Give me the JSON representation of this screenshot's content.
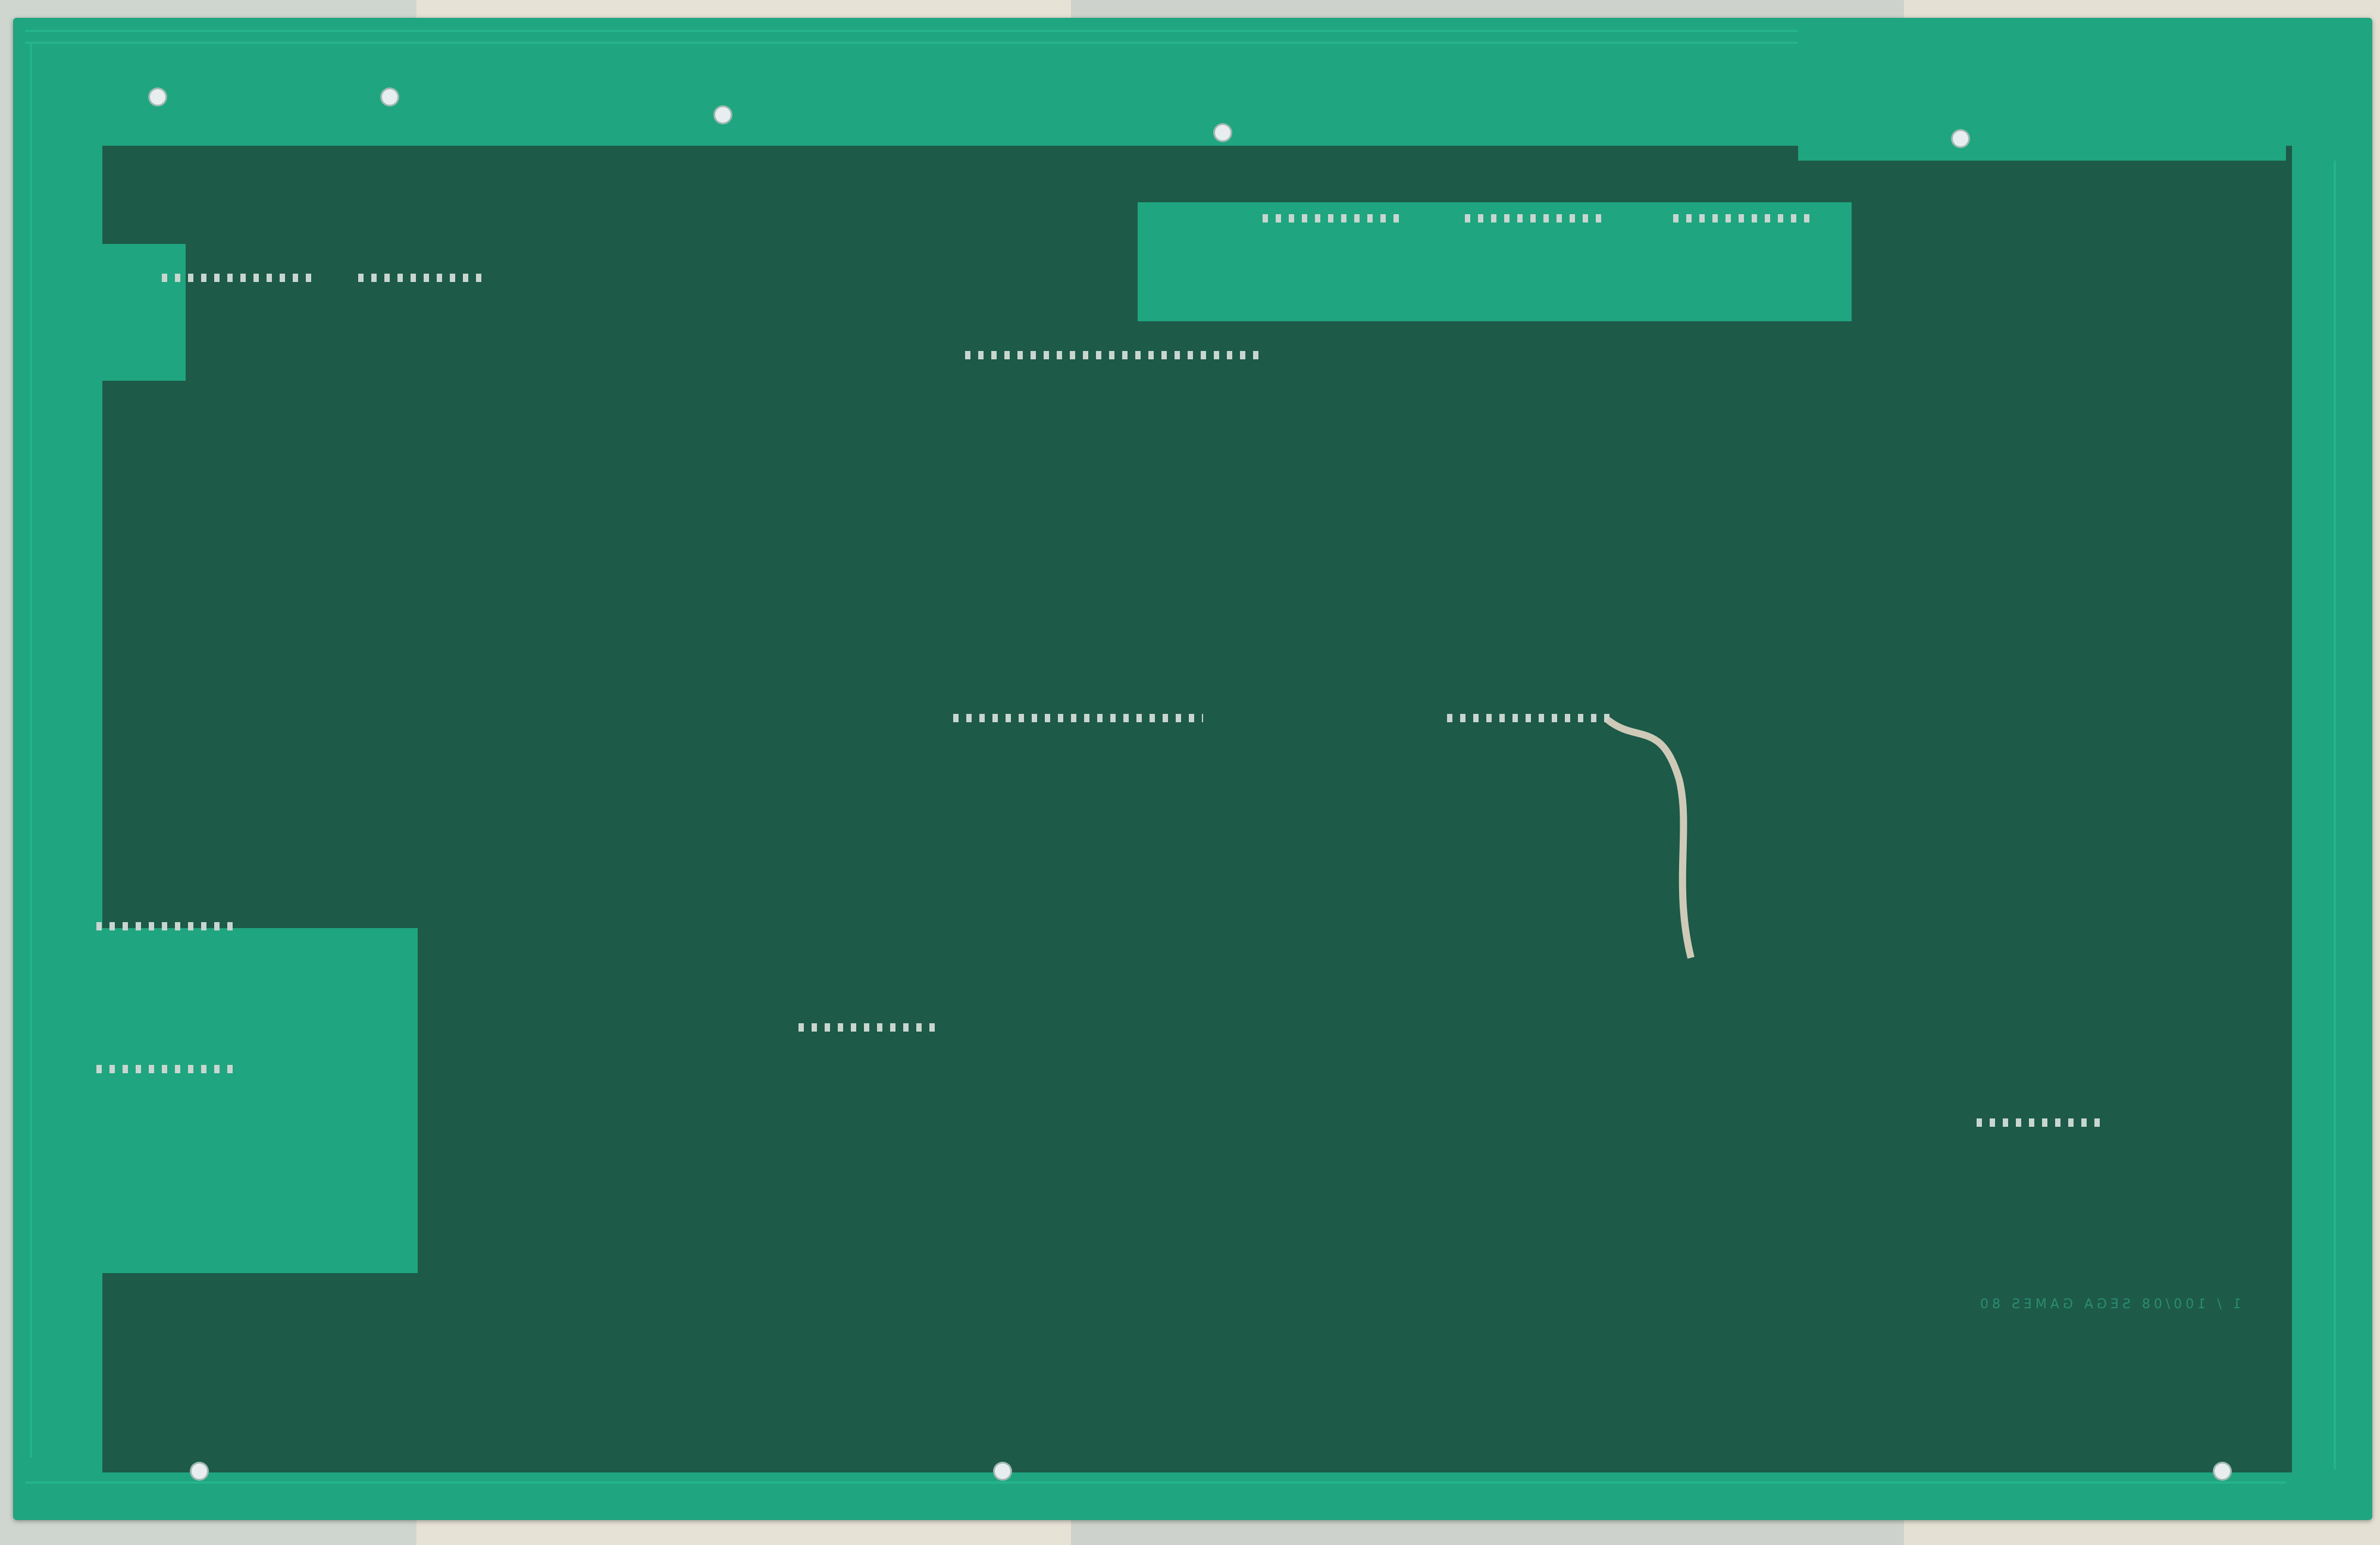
{
  "scene": {
    "subject": "printed-circuit-board-solder-side",
    "background": "fabric",
    "board_color": "#1fa57f",
    "substrate_color": "#1d5a48",
    "solder_color": "#c9d6d0"
  },
  "silkscreen": {
    "text_mirrored": "1 / 100/08 SEGA GAMES 80"
  }
}
